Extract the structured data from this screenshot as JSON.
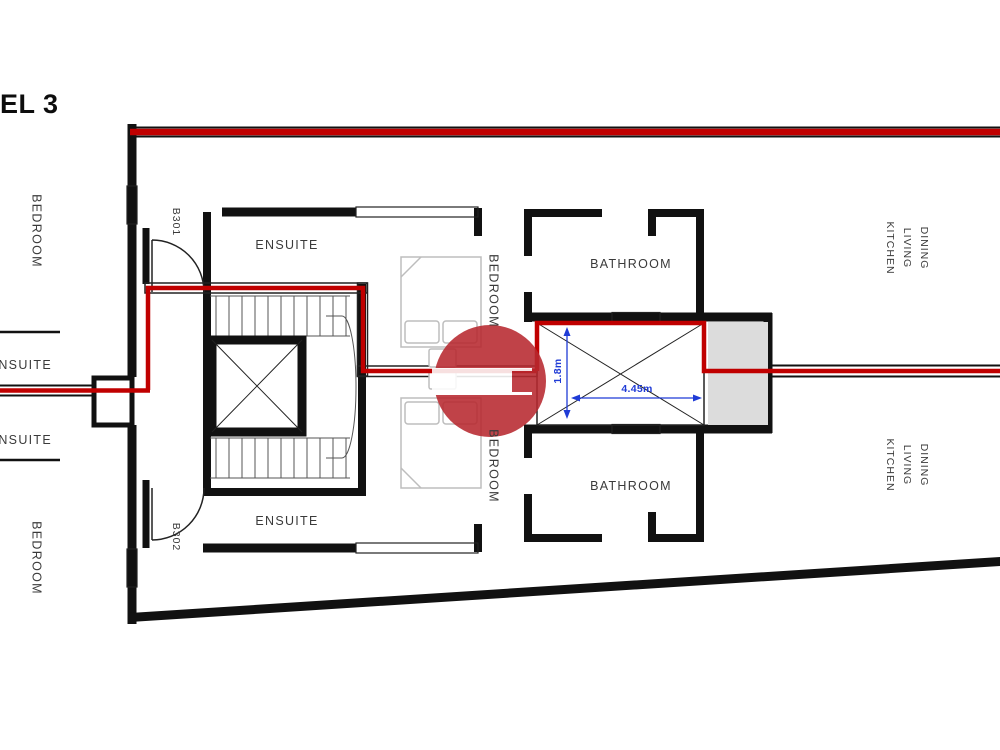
{
  "title": "EL 3",
  "colors": {
    "wall": "#111111",
    "escape_route": "#c00000",
    "dimension": "#1f3bd6",
    "shade": "#dcdcdc",
    "furniture": "#bdbdbd",
    "watermark": "#b8292f"
  },
  "rooms": {
    "bedroom_top_left": "BEDROOM",
    "ensuite_left_upper": "ENSUITE",
    "ensuite_left_lower": "ENSUITE",
    "bedroom_bottom_left": "BEDROOM",
    "unit_b301": "B301",
    "unit_b302": "B302",
    "ensuite_center_top": "ENSUITE",
    "ensuite_center_bottom": "ENSUITE",
    "bedroom_center_top": "BEDROOM",
    "bedroom_center_bottom": "BEDROOM",
    "bathroom_top": "BATHROOM",
    "bathroom_bottom": "BATHROOM",
    "kitchen_living_dining_top": [
      "KITCHEN",
      "LIVING",
      "DINING"
    ],
    "kitchen_living_dining_bottom": [
      "KITCHEN",
      "LIVING",
      "DINING"
    ]
  },
  "dimensions": {
    "void_width": "4.45m",
    "void_height": "1.8m"
  }
}
